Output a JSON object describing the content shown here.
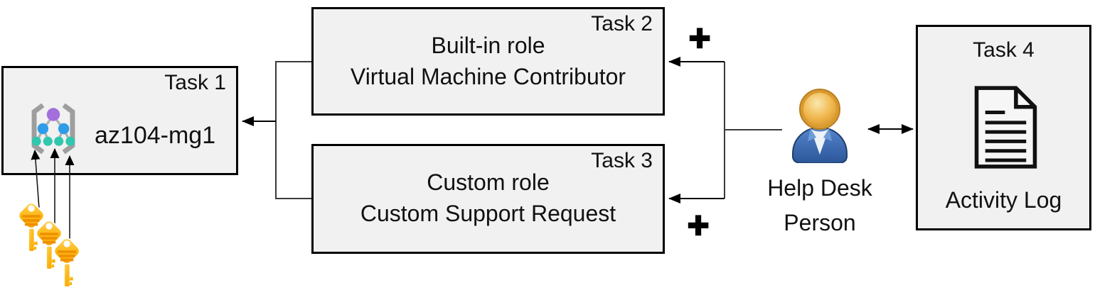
{
  "colors": {
    "box_fill": "#f1f1f1",
    "box_border": "#000000",
    "connector": "#000000",
    "key_gold": "#FBB400",
    "key_gold_light": "#FFD45C",
    "key_stripe": "#EF8F00",
    "person_body_blue": "#3568B0",
    "person_head_gold": "#EAA93C",
    "mg_purple": "#A26FDC",
    "mg_blue": "#2F9CE9",
    "mg_teal": "#30C7AE",
    "mg_bracket_gray": "#9E9E9E"
  },
  "task1": {
    "label": "Task 1",
    "name": "az104-mg1",
    "icon": "management-group-icon"
  },
  "task2": {
    "label": "Task 2",
    "line1": "Built-in role",
    "line2": "Virtual Machine Contributor"
  },
  "task3": {
    "label": "Task 3",
    "line1": "Custom role",
    "line2": "Custom Support Request"
  },
  "task4": {
    "label": "Task 4",
    "caption": "Activity Log",
    "icon": "document-icon"
  },
  "actor": {
    "line1": "Help Desk",
    "line2": "Person",
    "icon": "person-icon"
  },
  "plus_top": "+",
  "plus_bottom": "+",
  "keys": {
    "icon": "keys-icon",
    "count": 3
  }
}
